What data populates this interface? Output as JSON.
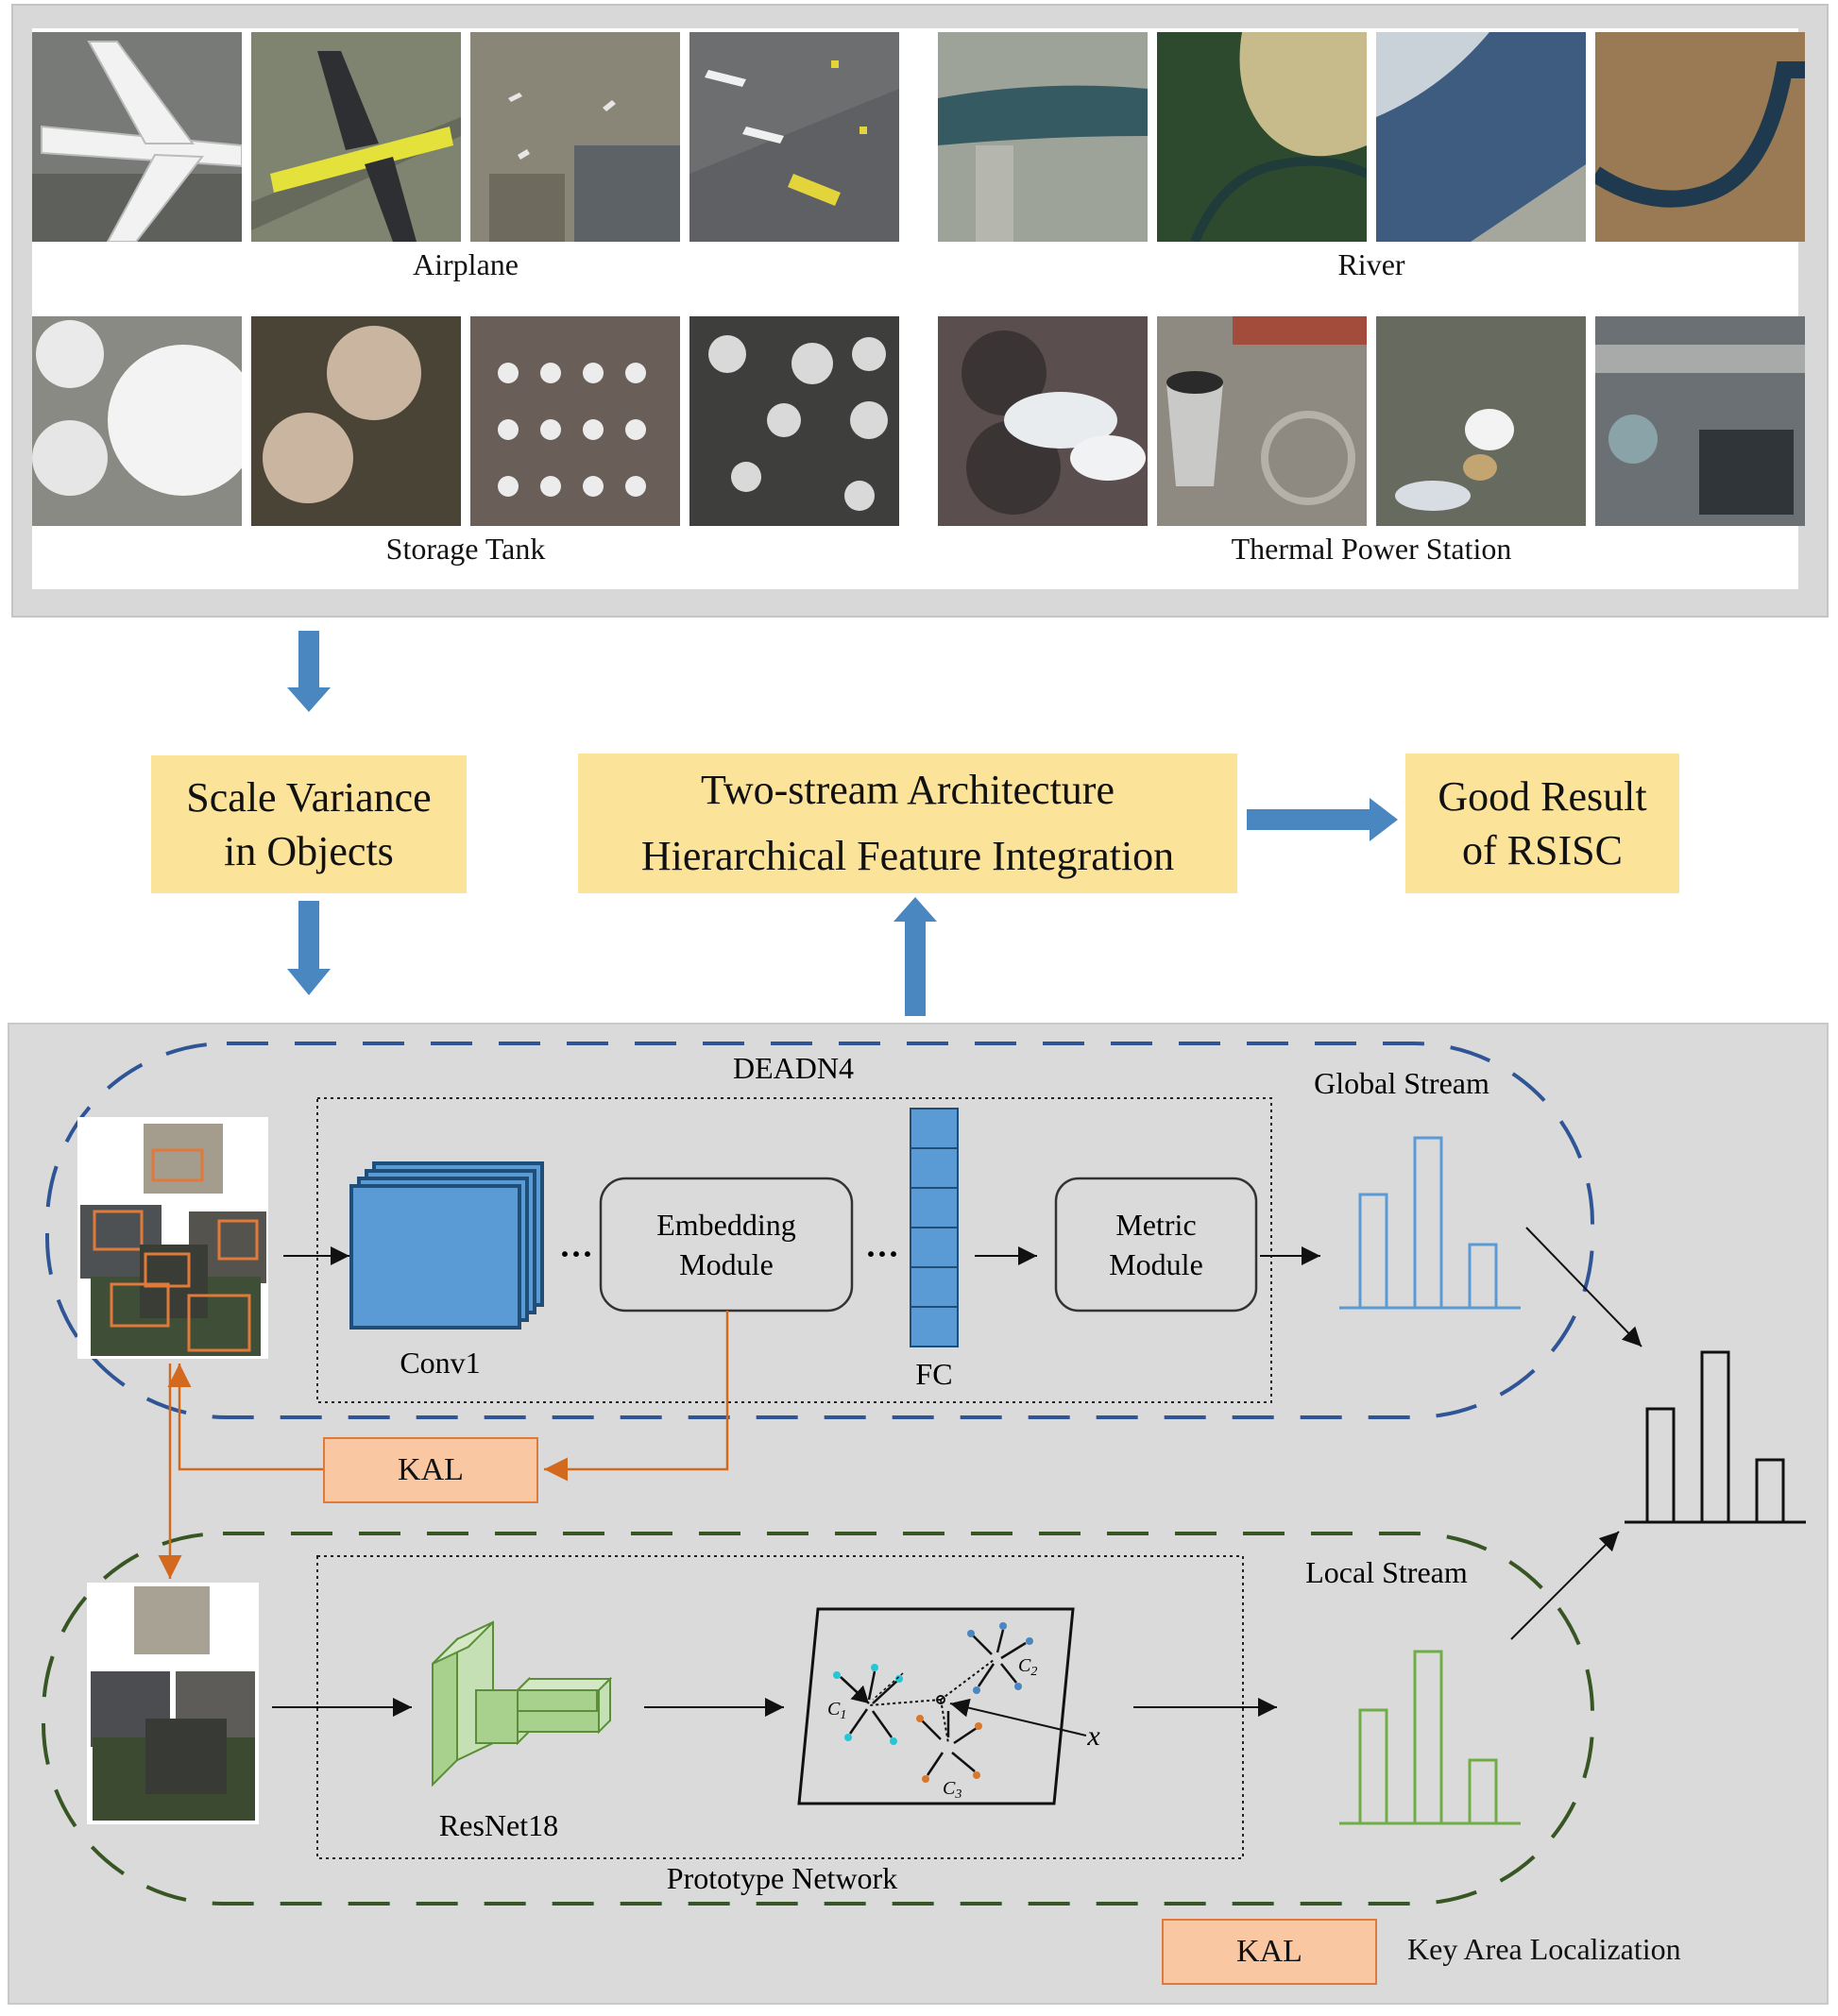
{
  "categories": [
    {
      "name": "Airplane"
    },
    {
      "name": "River"
    },
    {
      "name": "Storage Tank"
    },
    {
      "name": "Thermal Power Station"
    }
  ],
  "flow": {
    "scale_variance": [
      "Scale Variance",
      "in Objects"
    ],
    "two_stream": [
      "Two-stream Architecture",
      "Hierarchical Feature Integration"
    ],
    "good_result": [
      "Good Result",
      "of RSISC"
    ]
  },
  "network": {
    "deadn4": "DEADN4",
    "global_stream": "Global Stream",
    "local_stream": "Local Stream",
    "conv1": "Conv1",
    "embedding": [
      "Embedding",
      "Module"
    ],
    "fc": "FC",
    "metric": [
      "Metric",
      "Module"
    ],
    "kal": "KAL",
    "resnet": "ResNet18",
    "prototype": "Prototype Network",
    "c1": "C",
    "c1_sub": "1",
    "c2": "C",
    "c2_sub": "2",
    "c3": "C",
    "c3_sub": "3",
    "x_label": "x",
    "dots": "···"
  },
  "legend": {
    "kal": "KAL",
    "kal_desc": "Key Area Localization"
  },
  "colors": {
    "blue_arrow": "#4a86c0",
    "yellow": "#fbe39a",
    "kal_fill": "#f9c7a2",
    "kal_line": "#d2691e",
    "global_dash": "#2f5597",
    "local_dash": "#375623",
    "conv_blue": "#5b9bd5",
    "resnet_green": "#a9d18e",
    "hist_blue": "#5b9bd5",
    "hist_green": "#70ad47"
  }
}
